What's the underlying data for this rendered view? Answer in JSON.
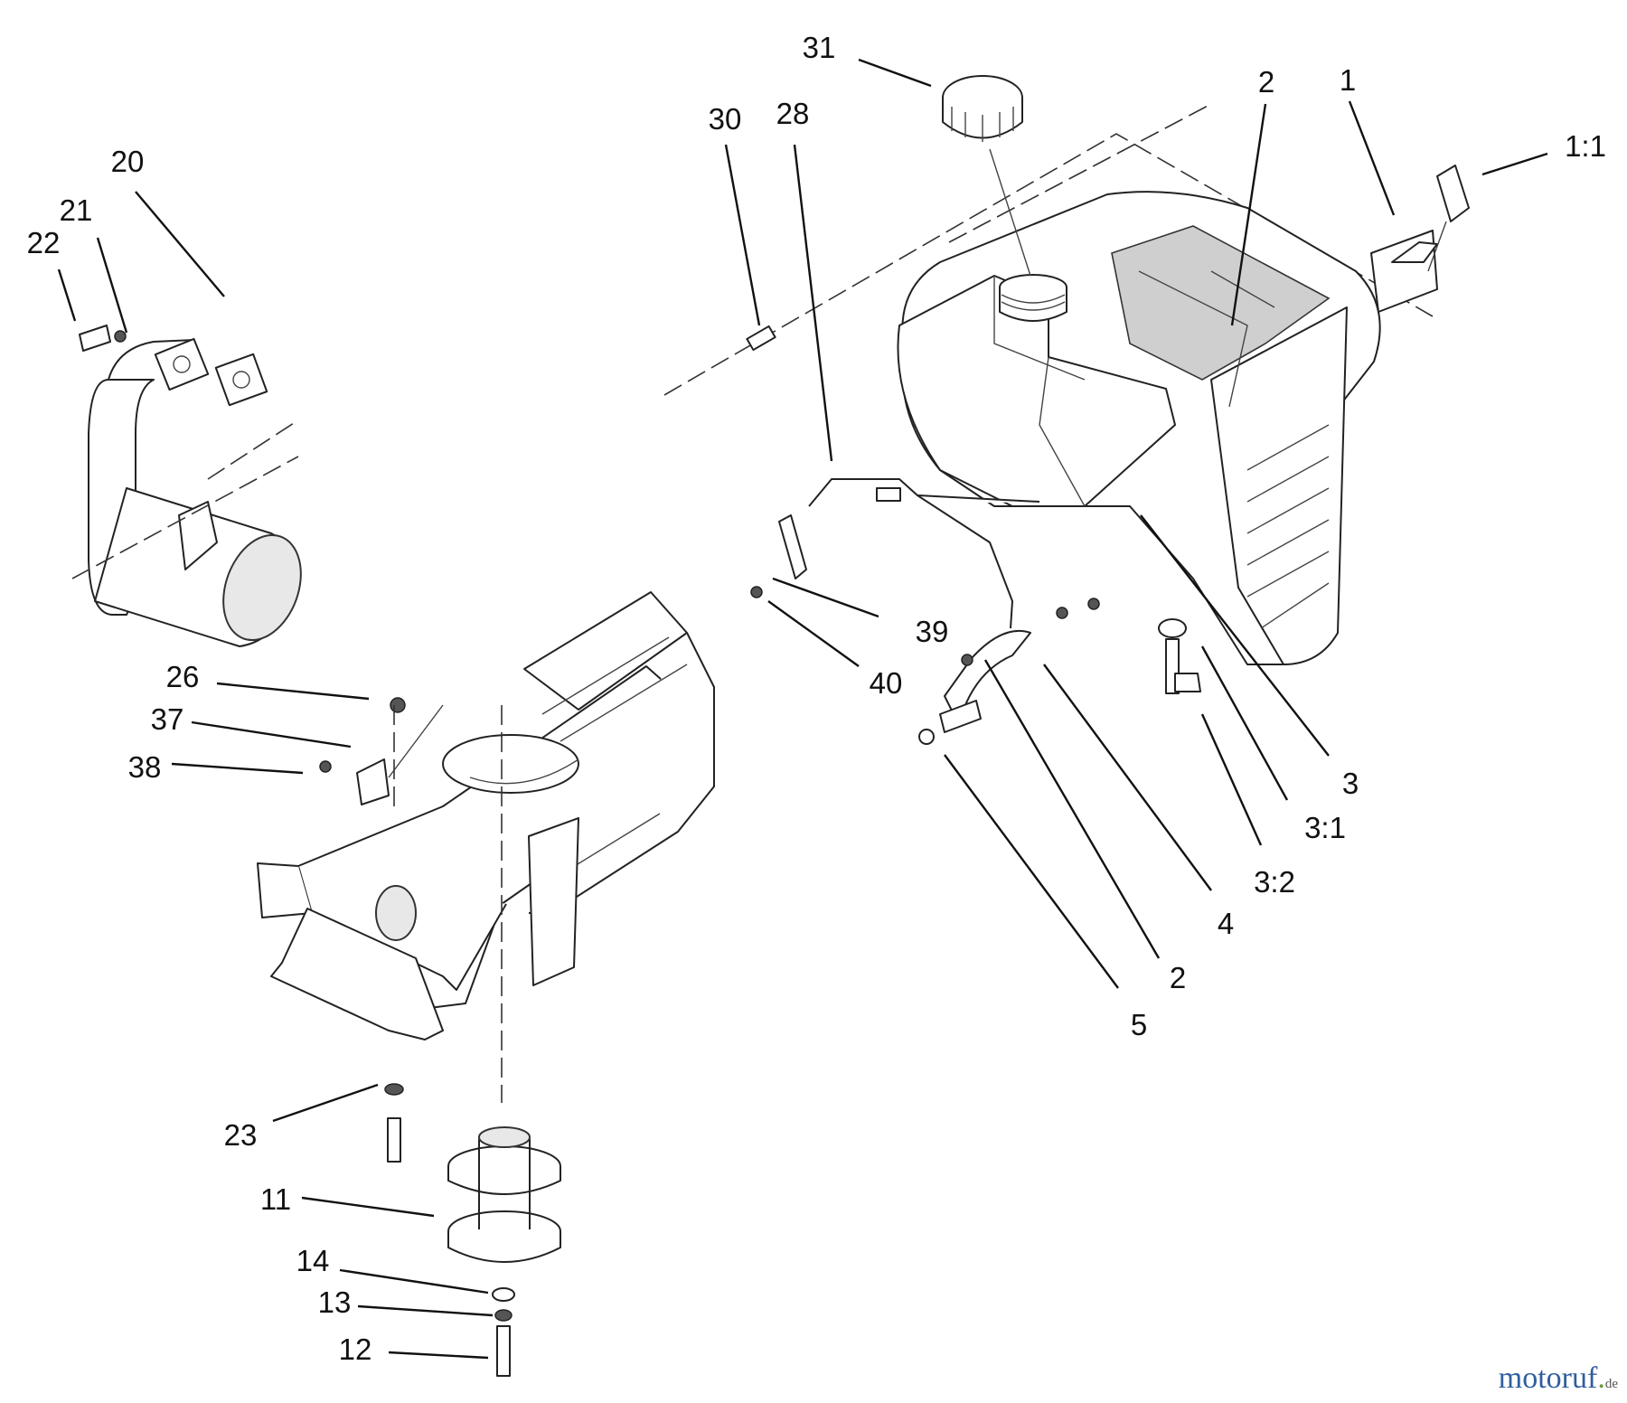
{
  "callouts": {
    "c1": "1",
    "c1_1": "1:1",
    "c2_top": "2",
    "c2_bottom": "2",
    "c3": "3",
    "c3_1": "3:1",
    "c3_2": "3:2",
    "c4": "4",
    "c5": "5",
    "c11": "11",
    "c12": "12",
    "c13": "13",
    "c14": "14",
    "c20": "20",
    "c21": "21",
    "c22": "22",
    "c23": "23",
    "c26": "26",
    "c28": "28",
    "c30": "30",
    "c31": "31",
    "c37": "37",
    "c38": "38",
    "c39": "39",
    "c40": "40"
  },
  "watermark": {
    "brand": "motoruf",
    "tld": "de"
  }
}
